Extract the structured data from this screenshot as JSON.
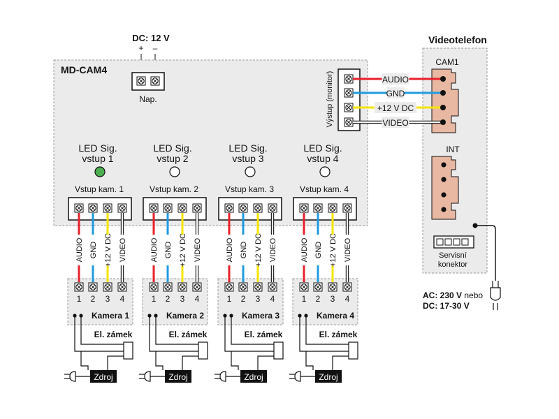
{
  "supply": {
    "label": "DC: 12 V",
    "plus": "+",
    "minus": "–",
    "caption": "Nap."
  },
  "module": {
    "title": "MD-CAM4",
    "output_label": "Výstup (monitor)",
    "channels": [
      {
        "led_line1": "LED Sig.",
        "led_line2": "vstup 1",
        "input_label": "Vstup kam. 1",
        "led_on": true
      },
      {
        "led_line1": "LED Sig.",
        "led_line2": "vstup 2",
        "input_label": "Vstup kam. 2",
        "led_on": false
      },
      {
        "led_line1": "LED Sig.",
        "led_line2": "vstup 3",
        "input_label": "Vstup kam. 3",
        "led_on": false
      },
      {
        "led_line1": "LED Sig.",
        "led_line2": "vstup 4",
        "input_label": "Vstup kam. 4",
        "led_on": false
      }
    ]
  },
  "signals": [
    "AUDIO",
    "GND",
    "+12 V DC",
    "VIDEO"
  ],
  "wire_colors": {
    "audio": "#e8202a",
    "gnd": "#1e9be0",
    "dc": "#f5e400",
    "video": "#ffffff"
  },
  "terminal_numbers": [
    "1",
    "2",
    "3",
    "4"
  ],
  "cameras": [
    "Kamera 1",
    "Kamera 2",
    "Kamera 3",
    "Kamera 4"
  ],
  "lock_label": "El. zámek",
  "power_label": "Zdroj",
  "videophone": {
    "title": "Videotelefon",
    "cam_label": "CAM1",
    "int_label": "INT",
    "service_label_line1": "Servisní",
    "service_label_line2": "konektor",
    "power_line1_bold": "AC: 230 V",
    "power_line1_rest": " nebo",
    "power_line2": "DC: 17-30 V"
  },
  "colors": {
    "panel": "#ebebeb",
    "connector": "#e8b8a2",
    "led_on": "#4caf50"
  }
}
